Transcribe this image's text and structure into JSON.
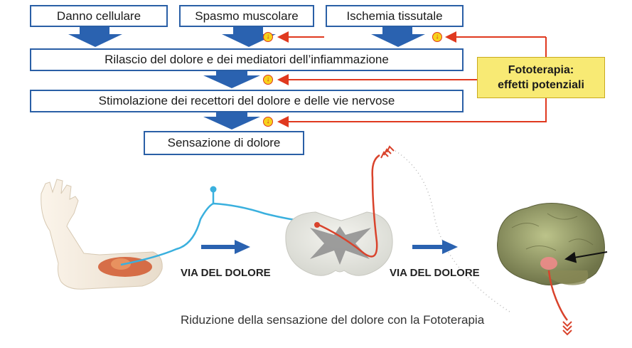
{
  "flow": {
    "top_boxes": [
      "Danno cellulare",
      "Spasmo muscolare",
      "Ischemia tissutale"
    ],
    "box_release": "Rilascio del dolore e dei mediatori dell’infiammazione",
    "box_stimulation": "Stimolazione dei recettori del dolore e delle vie nervose",
    "box_sensation": "Sensazione di dolore"
  },
  "phototherapy": {
    "line1": "Fototerapia:",
    "line2": "effetti potenziali"
  },
  "pathway": {
    "label_left": "VIA DEL DOLORE",
    "label_right": "VIA DEL DOLORE"
  },
  "caption": "Riduzione della sensazione del dolore con la Fototerapia",
  "colors": {
    "box_border": "#2a5fa6",
    "flow_arrow": "#2a62b0",
    "inhibit_line": "#e0391f",
    "photo_box": "#f8ea74",
    "nerve_blue": "#3ab0de",
    "nerve_red": "#d9432c"
  },
  "icons": [
    "down-arrow-icon",
    "inhibit-icon",
    "arm-illustration",
    "spinal-cord-illustration",
    "brain-illustration",
    "right-arrow-icon"
  ]
}
